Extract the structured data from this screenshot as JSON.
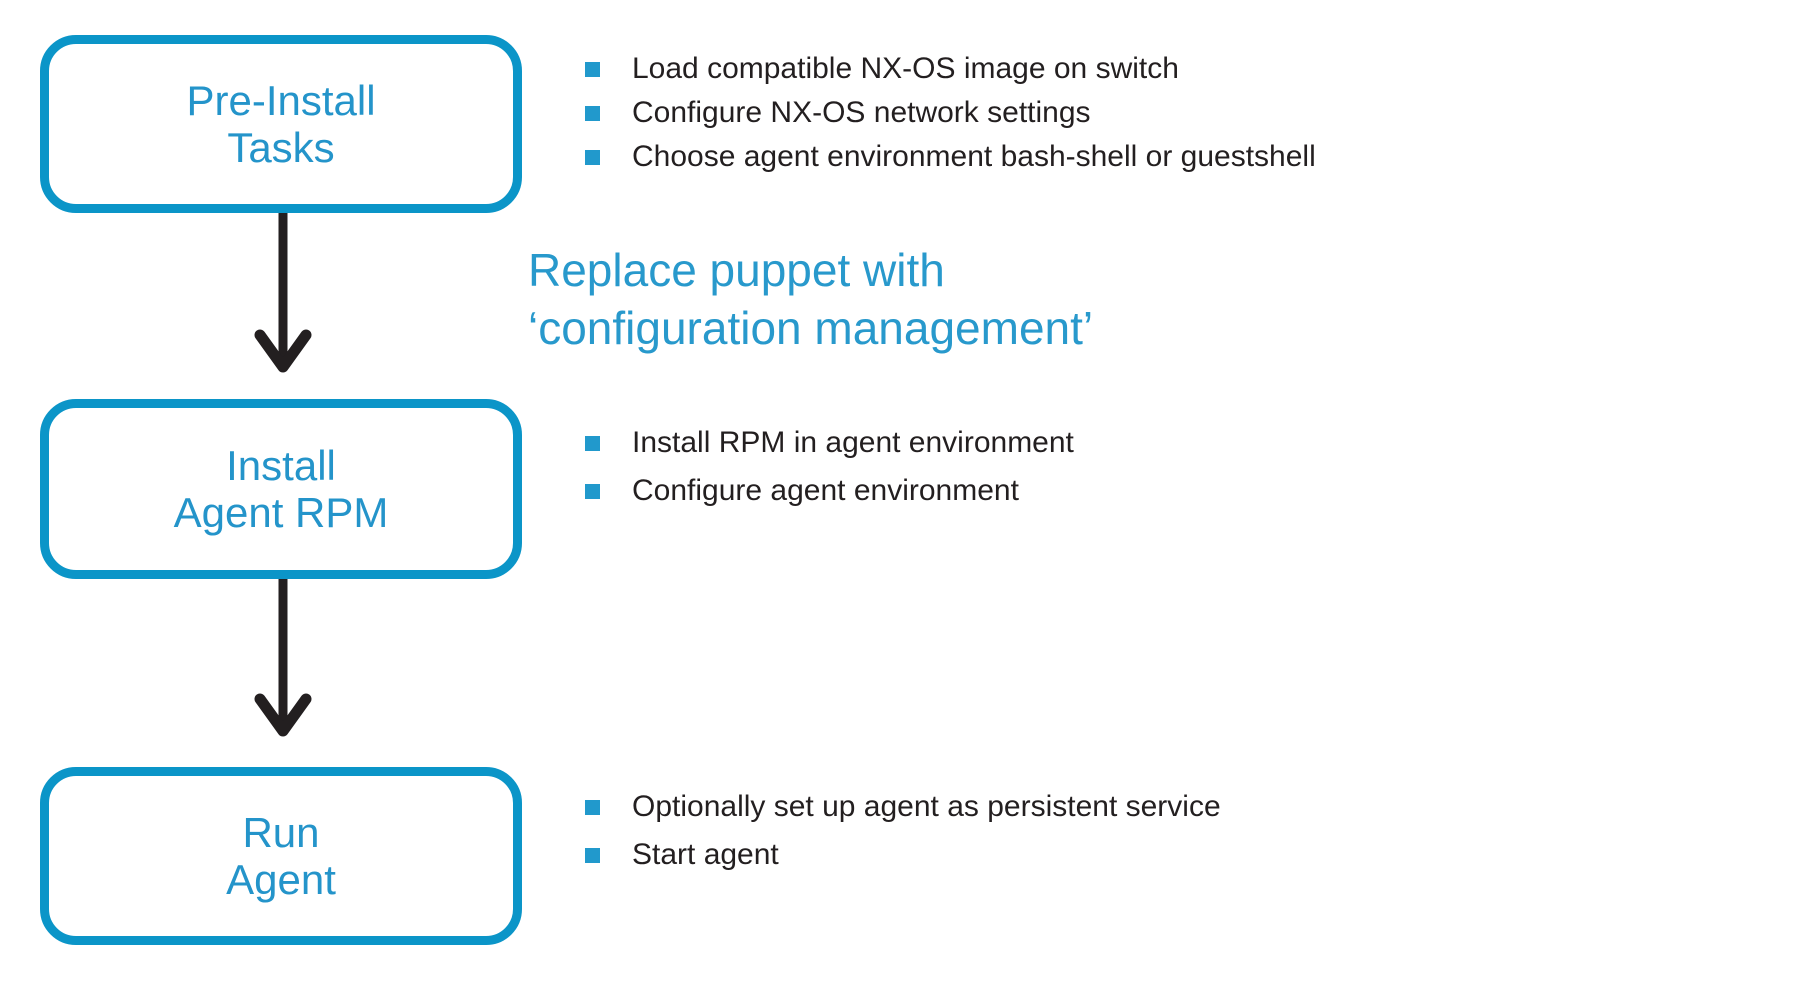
{
  "diagram": {
    "title_semantic": "Puppet agent install workflow on NX-OS",
    "steps": [
      {
        "id": "pre-install-tasks",
        "label_lines": [
          "Pre-Install",
          "Tasks"
        ]
      },
      {
        "id": "install-agent-rpm",
        "label_lines": [
          "Install",
          "Agent RPM"
        ]
      },
      {
        "id": "run-agent",
        "label_lines": [
          "Run",
          "Agent"
        ]
      }
    ],
    "callout": {
      "lines": [
        "Replace puppet with",
        "‘configuration management’"
      ]
    },
    "bullet_sections": {
      "pre_install": {
        "items": [
          "Load compatible NX-OS image on switch",
          "Configure NX-OS network settings",
          "Choose agent environment bash-shell or guestshell"
        ]
      },
      "install_rpm": {
        "items": [
          "Install RPM in agent environment",
          "Configure agent environment"
        ]
      },
      "run_agent": {
        "items": [
          "Optionally set up agent as persistent service",
          "Start agent"
        ]
      }
    },
    "colors": {
      "node_border_blue": "#0b95c8",
      "node_text_blue": "#2494ca",
      "bullet_square_blue": "#2199cc",
      "callout_blue": "#2899cc",
      "arrow_dark": "#231f20",
      "body_text_dark": "#231f20",
      "background": "#ffffff"
    }
  }
}
